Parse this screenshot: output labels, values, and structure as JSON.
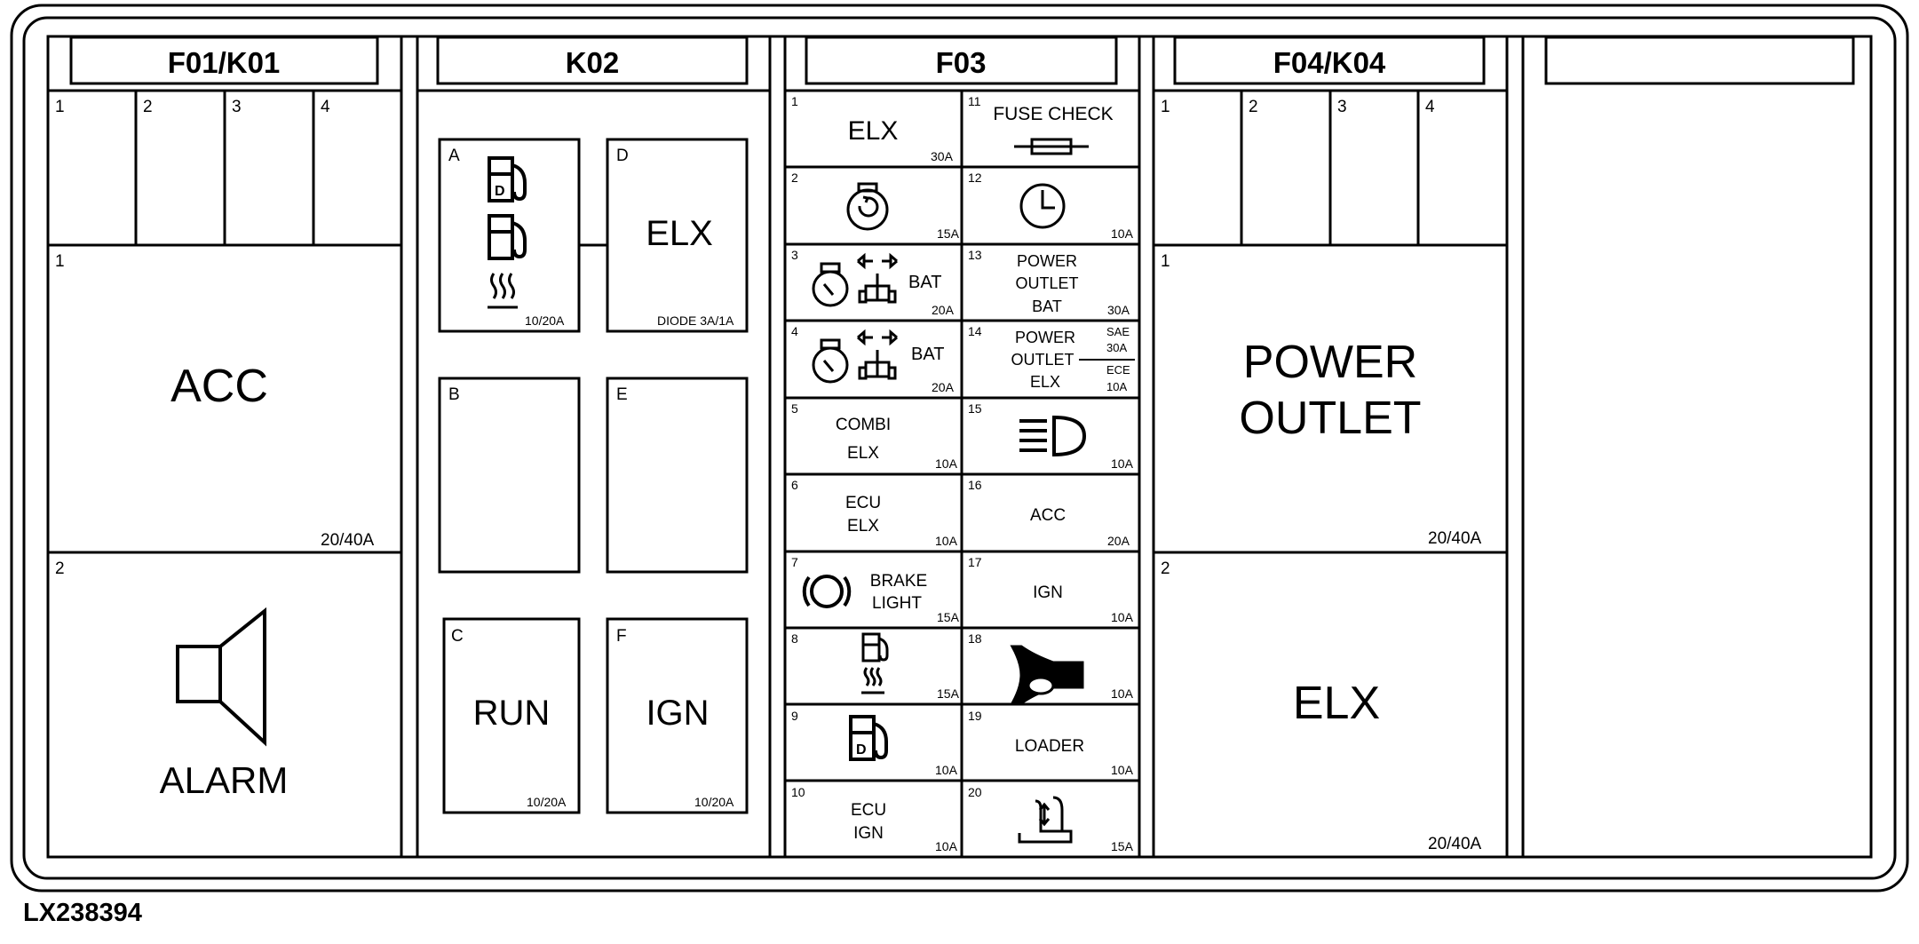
{
  "reference": "LX238394",
  "panels": {
    "f01": {
      "header": "F01/K01",
      "relay_slots": [
        "1",
        "2",
        "3",
        "4"
      ],
      "fuses": [
        {
          "num": "1",
          "label": "ACC",
          "rating": "20/40A"
        },
        {
          "num": "2",
          "label": "ALARM",
          "rating": "",
          "icon": "speaker-icon"
        }
      ]
    },
    "k02": {
      "header": "K02",
      "relays": [
        {
          "letter": "A",
          "label": "",
          "rating": "10/20A",
          "icons": [
            "fuel-pump-diesel-icon",
            "fuel-pump-icon",
            "heater-icon"
          ]
        },
        {
          "letter": "D",
          "label": "ELX",
          "rating": "DIODE 3A/1A"
        },
        {
          "letter": "B",
          "label": "",
          "rating": ""
        },
        {
          "letter": "E",
          "label": "",
          "rating": ""
        },
        {
          "letter": "C",
          "label": "RUN",
          "rating": "10/20A"
        },
        {
          "letter": "F",
          "label": "IGN",
          "rating": "10/20A"
        }
      ]
    },
    "f03": {
      "header": "F03",
      "fuses": [
        {
          "num": "1",
          "lines": [
            "ELX"
          ],
          "rating": "30A"
        },
        {
          "num": "11",
          "lines": [
            "FUSE CHECK"
          ],
          "rating": "",
          "icon": "fuse-icon"
        },
        {
          "num": "2",
          "lines": [],
          "rating": "15A",
          "icon": "engine-start-icon"
        },
        {
          "num": "12",
          "lines": [],
          "rating": "10A",
          "icon": "clock-icon"
        },
        {
          "num": "3",
          "lines": [
            "BAT"
          ],
          "rating": "20A",
          "icon": "engine-shift-icon"
        },
        {
          "num": "13",
          "lines": [
            "POWER",
            "OUTLET",
            "BAT"
          ],
          "rating": "30A"
        },
        {
          "num": "4",
          "lines": [
            "BAT"
          ],
          "rating": "20A",
          "icon": "engine-shift-icon"
        },
        {
          "num": "14",
          "lines": [
            "POWER",
            "OUTLET",
            "ELX"
          ],
          "rating": "",
          "extra": {
            "top": "SAE",
            "mid": "30A",
            "low": "ECE",
            "bot": "10A"
          }
        },
        {
          "num": "5",
          "lines": [
            "COMBI",
            "ELX"
          ],
          "rating": "10A"
        },
        {
          "num": "15",
          "lines": [],
          "rating": "10A",
          "icon": "headlight-icon"
        },
        {
          "num": "6",
          "lines": [
            "ECU",
            "ELX"
          ],
          "rating": "10A"
        },
        {
          "num": "16",
          "lines": [
            "ACC"
          ],
          "rating": "20A"
        },
        {
          "num": "7",
          "lines": [
            "BRAKE",
            "LIGHT"
          ],
          "rating": "15A",
          "icon": "brake-icon"
        },
        {
          "num": "17",
          "lines": [
            "IGN"
          ],
          "rating": "10A"
        },
        {
          "num": "8",
          "lines": [],
          "rating": "15A",
          "icon": "fuel-heater-icon"
        },
        {
          "num": "18",
          "lines": [],
          "rating": "10A",
          "icon": "horn-icon"
        },
        {
          "num": "9",
          "lines": [],
          "rating": "10A",
          "icon": "fuel-pump-diesel-icon"
        },
        {
          "num": "19",
          "lines": [
            "LOADER"
          ],
          "rating": "10A"
        },
        {
          "num": "10",
          "lines": [
            "ECU",
            "IGN"
          ],
          "rating": "10A"
        },
        {
          "num": "20",
          "lines": [],
          "rating": "15A",
          "icon": "seat-adjust-icon"
        }
      ]
    },
    "f04": {
      "header": "F04/K04",
      "relay_slots": [
        "1",
        "2",
        "3",
        "4"
      ],
      "fuses": [
        {
          "num": "1",
          "lines": [
            "POWER",
            "OUTLET"
          ],
          "rating": "20/40A"
        },
        {
          "num": "2",
          "lines": [
            "ELX"
          ],
          "rating": "20/40A"
        }
      ]
    },
    "blank": {
      "header": ""
    }
  }
}
